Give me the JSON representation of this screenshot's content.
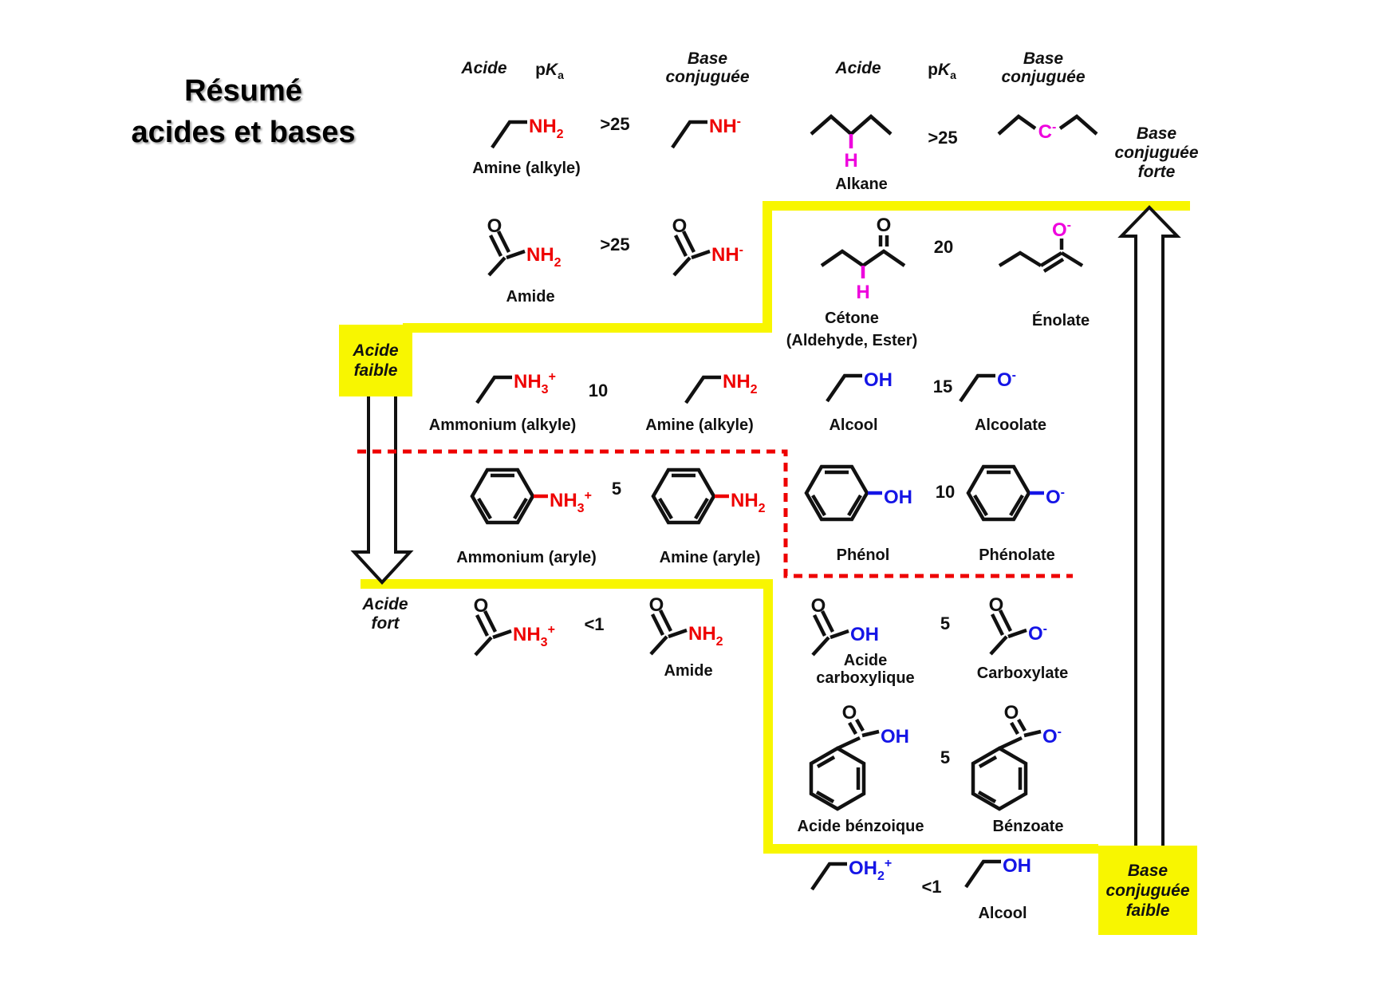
{
  "title": {
    "line1": "Résumé",
    "line2": "acides et bases"
  },
  "colors": {
    "red": "#ee0000",
    "blue": "#1515e6",
    "magenta": "#ee00dd",
    "yellow": "#f8f600",
    "bond": "#111111"
  },
  "headers": {
    "acide": "Acide",
    "pka": {
      "p": "p",
      "k": "K",
      "a": "a"
    },
    "base_lines": [
      "Base",
      "conjuguée"
    ]
  },
  "side": {
    "base_conjuguee_forte": [
      "Base",
      "conjuguée",
      "forte"
    ],
    "acide_faible": [
      "Acide",
      "faible"
    ],
    "acide_fort": [
      "Acide",
      "fort"
    ],
    "base_conjuguee_faible": [
      "Base",
      "conjuguée",
      "faible"
    ]
  },
  "atoms": {
    "o": "O",
    "h": "H"
  },
  "rows": {
    "amine": {
      "pka": ">25",
      "acid_group": {
        "m": "NH",
        "sub": "2"
      },
      "base_group": {
        "m": "NH",
        "sup": "-"
      },
      "acid_label": "Amine (alkyle)"
    },
    "alkane": {
      "pka": ">25",
      "base_group": {
        "m": "C",
        "sup": "-"
      },
      "acid_label": "Alkane"
    },
    "amide": {
      "pka": ">25",
      "acid_group": {
        "m": "NH",
        "sub": "2"
      },
      "base_group": {
        "m": "NH",
        "sup": "-"
      },
      "acid_label": "Amide"
    },
    "ketone": {
      "pka": "20",
      "base_group": {
        "m": "O",
        "sup": "-"
      },
      "acid_label_1": "Cétone",
      "acid_label_2": "(Aldehyde, Ester)",
      "base_label": "Énolate"
    },
    "ammonium_alkyle": {
      "pka": "10",
      "acid_group": {
        "m": "NH",
        "sub": "3",
        "sup": "+"
      },
      "base_group": {
        "m": "NH",
        "sub": "2"
      },
      "acid_label": "Ammonium (alkyle)",
      "base_label": "Amine (alkyle)"
    },
    "alcool": {
      "pka": "15",
      "acid_group": {
        "m": "OH"
      },
      "base_group": {
        "m": "O",
        "sup": "-"
      },
      "acid_label": "Alcool",
      "base_label": "Alcoolate"
    },
    "ammonium_aryle": {
      "pka": "5",
      "acid_group": {
        "m": "NH",
        "sub": "3",
        "sup": "+"
      },
      "base_group": {
        "m": "NH",
        "sub": "2"
      },
      "acid_label": "Ammonium (aryle)",
      "base_label": "Amine (aryle)"
    },
    "phenol": {
      "pka": "10",
      "acid_group": {
        "m": "OH"
      },
      "base_group": {
        "m": "O",
        "sup": "-"
      },
      "acid_label": "Phénol",
      "base_label": "Phénolate"
    },
    "amide_protone": {
      "pka": "<1",
      "acid_group": {
        "m": "NH",
        "sub": "3",
        "sup": "+"
      },
      "base_group": {
        "m": "NH",
        "sub": "2"
      },
      "base_label": "Amide"
    },
    "acide_carboxylique": {
      "pka": "5",
      "acid_group": {
        "m": "OH"
      },
      "base_group": {
        "m": "O",
        "sup": "-"
      },
      "acid_label_lines": [
        "Acide",
        "carboxylique"
      ],
      "base_label": "Carboxylate"
    },
    "acide_benzoique": {
      "pka": "5",
      "acid_group": {
        "m": "OH"
      },
      "base_group": {
        "m": "O",
        "sup": "-"
      },
      "acid_label": "Acide bénzoique",
      "base_label": "Bénzoate"
    },
    "alcool_protone": {
      "pka": "<1",
      "acid_group": {
        "m": "OH",
        "sub": "2",
        "sup": "+"
      },
      "base_group": {
        "m": "OH"
      },
      "base_label": "Alcool"
    }
  }
}
